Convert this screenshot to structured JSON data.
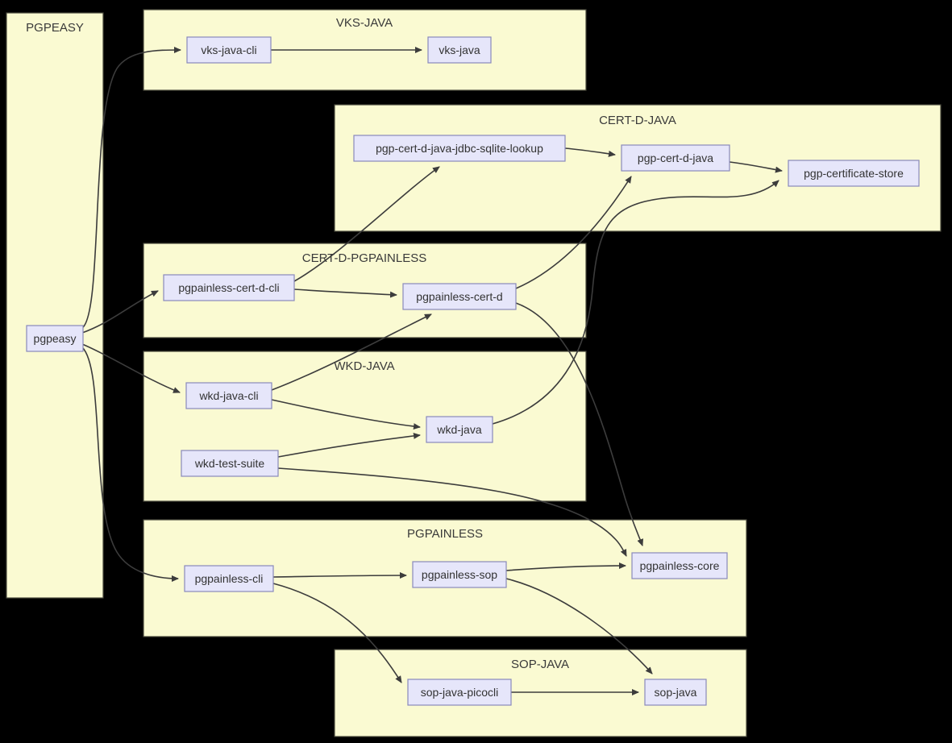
{
  "diagram": {
    "type": "dependency-graph",
    "background_color": "#000000",
    "cluster_fill": "#fafad2",
    "cluster_border": "#45453a",
    "node_fill": "#e6e6fa",
    "node_border": "#8888bb",
    "edge_color": "#3c3c3c",
    "clusters": [
      {
        "id": "pgpeasy-cluster",
        "label": "PGPEASY"
      },
      {
        "id": "vks-java-cluster",
        "label": "VKS-JAVA"
      },
      {
        "id": "cert-d-java-cluster",
        "label": "CERT-D-JAVA"
      },
      {
        "id": "cert-d-pgpainless-cluster",
        "label": "CERT-D-PGPAINLESS"
      },
      {
        "id": "wkd-java-cluster",
        "label": "WKD-JAVA"
      },
      {
        "id": "pgpainless-cluster",
        "label": "PGPAINLESS"
      },
      {
        "id": "sop-java-cluster",
        "label": "SOP-JAVA"
      }
    ],
    "nodes": [
      {
        "id": "pgpeasy",
        "label": "pgpeasy",
        "cluster": "PGPEASY"
      },
      {
        "id": "vks-java-cli",
        "label": "vks-java-cli",
        "cluster": "VKS-JAVA"
      },
      {
        "id": "vks-java",
        "label": "vks-java",
        "cluster": "VKS-JAVA"
      },
      {
        "id": "pgp-cert-d-java-jdbc-sqlite-lookup",
        "label": "pgp-cert-d-java-jdbc-sqlite-lookup",
        "cluster": "CERT-D-JAVA"
      },
      {
        "id": "pgp-cert-d-java",
        "label": "pgp-cert-d-java",
        "cluster": "CERT-D-JAVA"
      },
      {
        "id": "pgp-certificate-store",
        "label": "pgp-certificate-store",
        "cluster": "CERT-D-JAVA"
      },
      {
        "id": "pgpainless-cert-d-cli",
        "label": "pgpainless-cert-d-cli",
        "cluster": "CERT-D-PGPAINLESS"
      },
      {
        "id": "pgpainless-cert-d",
        "label": "pgpainless-cert-d",
        "cluster": "CERT-D-PGPAINLESS"
      },
      {
        "id": "wkd-java-cli",
        "label": "wkd-java-cli",
        "cluster": "WKD-JAVA"
      },
      {
        "id": "wkd-java",
        "label": "wkd-java",
        "cluster": "WKD-JAVA"
      },
      {
        "id": "wkd-test-suite",
        "label": "wkd-test-suite",
        "cluster": "WKD-JAVA"
      },
      {
        "id": "pgpainless-cli",
        "label": "pgpainless-cli",
        "cluster": "PGPAINLESS"
      },
      {
        "id": "pgpainless-sop",
        "label": "pgpainless-sop",
        "cluster": "PGPAINLESS"
      },
      {
        "id": "pgpainless-core",
        "label": "pgpainless-core",
        "cluster": "PGPAINLESS"
      },
      {
        "id": "sop-java-picocli",
        "label": "sop-java-picocli",
        "cluster": "SOP-JAVA"
      },
      {
        "id": "sop-java",
        "label": "sop-java",
        "cluster": "SOP-JAVA"
      }
    ],
    "edges": [
      {
        "from": "pgpeasy",
        "to": "vks-java-cli"
      },
      {
        "from": "pgpeasy",
        "to": "pgpainless-cert-d-cli"
      },
      {
        "from": "pgpeasy",
        "to": "wkd-java-cli"
      },
      {
        "from": "pgpeasy",
        "to": "pgpainless-cli"
      },
      {
        "from": "vks-java-cli",
        "to": "vks-java"
      },
      {
        "from": "pgpainless-cert-d-cli",
        "to": "pgp-cert-d-java-jdbc-sqlite-lookup"
      },
      {
        "from": "pgpainless-cert-d-cli",
        "to": "pgpainless-cert-d"
      },
      {
        "from": "pgp-cert-d-java-jdbc-sqlite-lookup",
        "to": "pgp-cert-d-java"
      },
      {
        "from": "pgp-cert-d-java",
        "to": "pgp-certificate-store"
      },
      {
        "from": "pgpainless-cert-d",
        "to": "pgp-cert-d-java"
      },
      {
        "from": "pgpainless-cert-d",
        "to": "pgpainless-core"
      },
      {
        "from": "wkd-java-cli",
        "to": "wkd-java"
      },
      {
        "from": "wkd-java-cli",
        "to": "pgpainless-cert-d"
      },
      {
        "from": "wkd-test-suite",
        "to": "wkd-java"
      },
      {
        "from": "wkd-test-suite",
        "to": "pgpainless-core"
      },
      {
        "from": "wkd-java",
        "to": "pgp-certificate-store"
      },
      {
        "from": "pgpainless-cli",
        "to": "pgpainless-sop"
      },
      {
        "from": "pgpainless-cli",
        "to": "sop-java-picocli"
      },
      {
        "from": "pgpainless-sop",
        "to": "pgpainless-core"
      },
      {
        "from": "pgpainless-sop",
        "to": "sop-java"
      },
      {
        "from": "sop-java-picocli",
        "to": "sop-java"
      }
    ]
  }
}
